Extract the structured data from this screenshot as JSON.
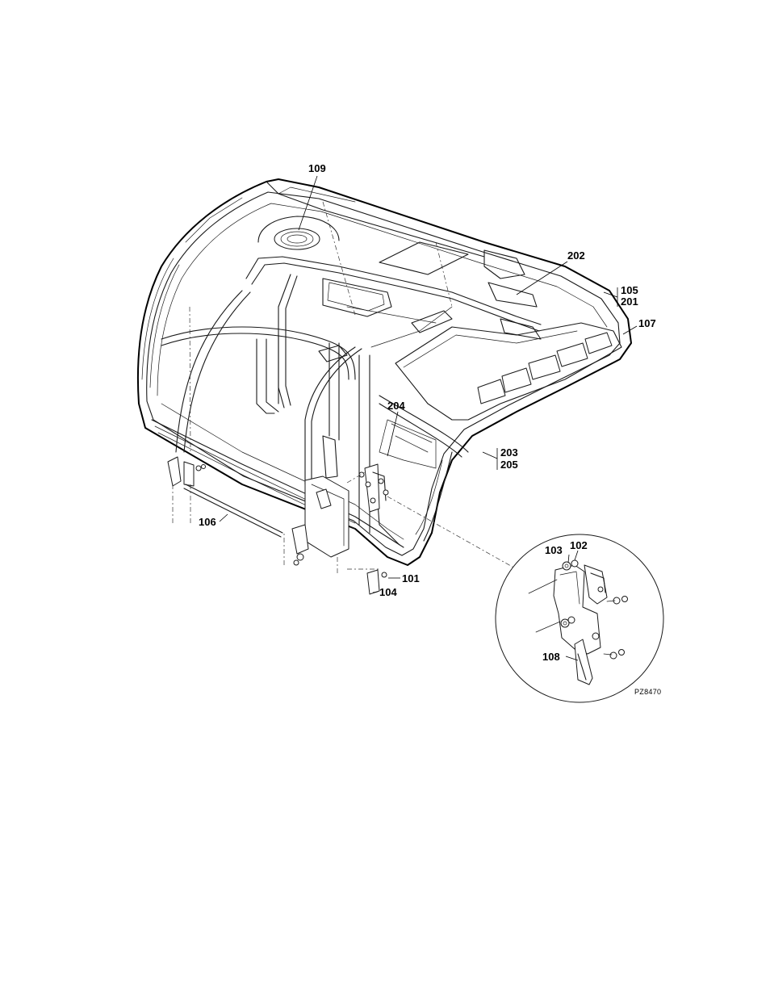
{
  "diagram": {
    "drawing_id": "PZ8470",
    "callouts": {
      "c101": "101",
      "c102": "102",
      "c103": "103",
      "c104": "104",
      "c105": "105",
      "c106": "106",
      "c107": "107",
      "c108": "108",
      "c109": "109",
      "c201": "201",
      "c202": "202",
      "c203": "203",
      "c204": "204",
      "c205": "205"
    }
  }
}
